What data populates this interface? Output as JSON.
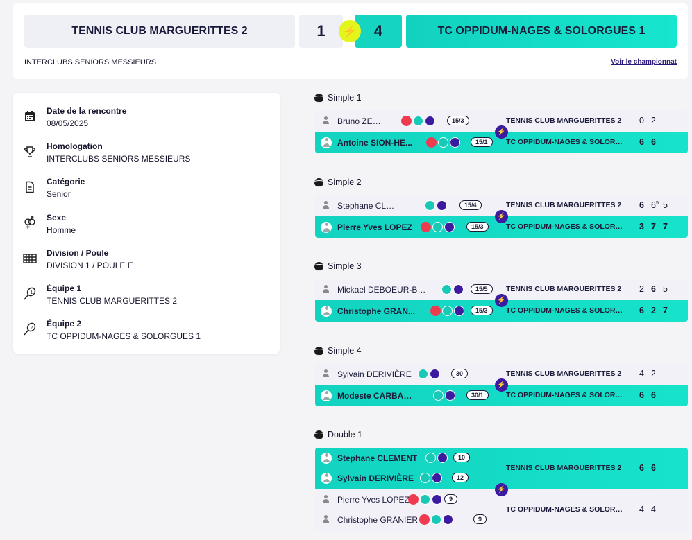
{
  "header": {
    "team1": "TENNIS CLUB MARGUERITTES 2",
    "score1": "1",
    "score2": "4",
    "team2": "TC OPPIDUM-NAGES & SOLORGUES 1",
    "competition": "INTERCLUBS SENIORS MESSIEURS",
    "championship_link": "Voir le championnat",
    "vs_icon": "lightning-bolt-icon",
    "colors": {
      "accent": "#15d5c0",
      "bolt": "#e3f51a",
      "dark": "#3b1ba0"
    }
  },
  "info": [
    {
      "label": "Date de la rencontre",
      "value": "08/05/2025",
      "icon": "calendar-icon"
    },
    {
      "label": "Homologation",
      "value": "INTERCLUBS SENIORS MESSIEURS",
      "icon": "trophy-icon"
    },
    {
      "label": "Catégorie",
      "value": "Senior",
      "icon": "document-icon"
    },
    {
      "label": "Sexe",
      "value": "Homme",
      "icon": "gender-icon"
    },
    {
      "label": "Division / Poule",
      "value": "DIVISION 1 / POULE E",
      "icon": "grid-icon"
    },
    {
      "label": "Équipe 1",
      "value": "TENNIS CLUB MARGUERITTES 2",
      "icon": "racket-1-icon"
    },
    {
      "label": "Équipe 2",
      "value": "TC OPPIDUM-NAGES & SOLORGUES 1",
      "icon": "racket-2-icon"
    }
  ],
  "matches": [
    {
      "title": "Simple 1",
      "rows": [
        {
          "players": [
            "Bruno ZERBIB"
          ],
          "ranks": [
            "15/3"
          ],
          "team": "TENNIS CLUB MARGUERITTES 2",
          "sets": [
            "0",
            "2"
          ]
        },
        {
          "players": [
            "Antoine SION-HE..."
          ],
          "ranks": [
            "15/1"
          ],
          "team": "TC OPPIDUM-NAGES & SOLORGU...",
          "sets": [
            "6",
            "6"
          ]
        }
      ]
    },
    {
      "title": "Simple 2",
      "rows": [
        {
          "players": [
            "Stephane CLEMENT"
          ],
          "ranks": [
            "15/4"
          ],
          "team": "TENNIS CLUB MARGUERITTES 2",
          "sets": [
            "6",
            "6",
            "5"
          ],
          "tiebreak": "5"
        },
        {
          "players": [
            "Pierre Yves LOPEZ"
          ],
          "ranks": [
            "15/3"
          ],
          "team": "TC OPPIDUM-NAGES & SOLORGU...",
          "sets": [
            "3",
            "7",
            "7"
          ]
        }
      ]
    },
    {
      "title": "Simple 3",
      "rows": [
        {
          "players": [
            "Mickael DEBOEUR-BE..."
          ],
          "ranks": [
            "15/5"
          ],
          "team": "TENNIS CLUB MARGUERITTES 2",
          "sets": [
            "2",
            "6",
            "5"
          ]
        },
        {
          "players": [
            "Christophe GRAN..."
          ],
          "ranks": [
            "15/3"
          ],
          "team": "TC OPPIDUM-NAGES & SOLORGU...",
          "sets": [
            "6",
            "2",
            "7"
          ]
        }
      ]
    },
    {
      "title": "Simple 4",
      "rows": [
        {
          "players": [
            "Sylvain DERIVIÈRE"
          ],
          "ranks": [
            "30"
          ],
          "team": "TENNIS CLUB MARGUERITTES 2",
          "sets": [
            "4",
            "2"
          ]
        },
        {
          "players": [
            "Modeste CARBALLAL"
          ],
          "ranks": [
            "30/1"
          ],
          "team": "TC OPPIDUM-NAGES & SOLORGU...",
          "sets": [
            "6",
            "6"
          ]
        }
      ]
    },
    {
      "title": "Double 1",
      "rows": [
        {
          "players": [
            "Stephane CLEMENT",
            "Sylvain DERIVIÈRE"
          ],
          "ranks": [
            "10",
            "12"
          ],
          "team": "TENNIS CLUB MARGUERITTES 2",
          "sets": [
            "6",
            "6"
          ]
        },
        {
          "players": [
            "Pierre Yves LOPEZ",
            "Christophe GRANIER"
          ],
          "ranks": [
            "9",
            "9"
          ],
          "team": "TC OPPIDUM-NAGES & SOLORGU...",
          "sets": [
            "4",
            "4"
          ]
        }
      ]
    }
  ]
}
